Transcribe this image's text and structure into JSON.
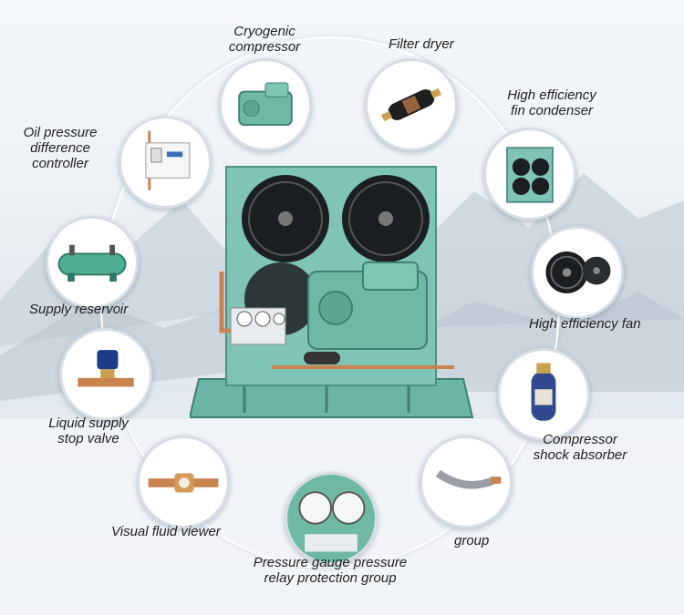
{
  "labels": {
    "cryogenic_compressor": [
      "Cryogenic",
      "compressor"
    ],
    "filter_dryer": [
      "Filter dryer"
    ],
    "fin_condenser": [
      "High efficiency",
      "fin condenser"
    ],
    "oil_pressure": [
      "Oil pressure",
      "difference",
      "controller"
    ],
    "supply_reservoir": [
      "Supply reservoir"
    ],
    "efficiency_fan": [
      "High efficiency fan"
    ],
    "liquid_valve": [
      "Liquid supply",
      "stop valve"
    ],
    "shock_absorber": [
      "Compressor",
      "shock absorber"
    ],
    "fluid_viewer": [
      "Visual fluid viewer"
    ],
    "group": [
      "group"
    ],
    "gauge_group": [
      "Pressure gauge pressure",
      "relay protection group"
    ]
  },
  "colors": {
    "unit_body": "#7fc4b6",
    "compressor": "#6fb9a4",
    "fan_blade": "#1c1f22",
    "copper": "#c9834f",
    "shock_absorber": "#2f4a8f"
  }
}
